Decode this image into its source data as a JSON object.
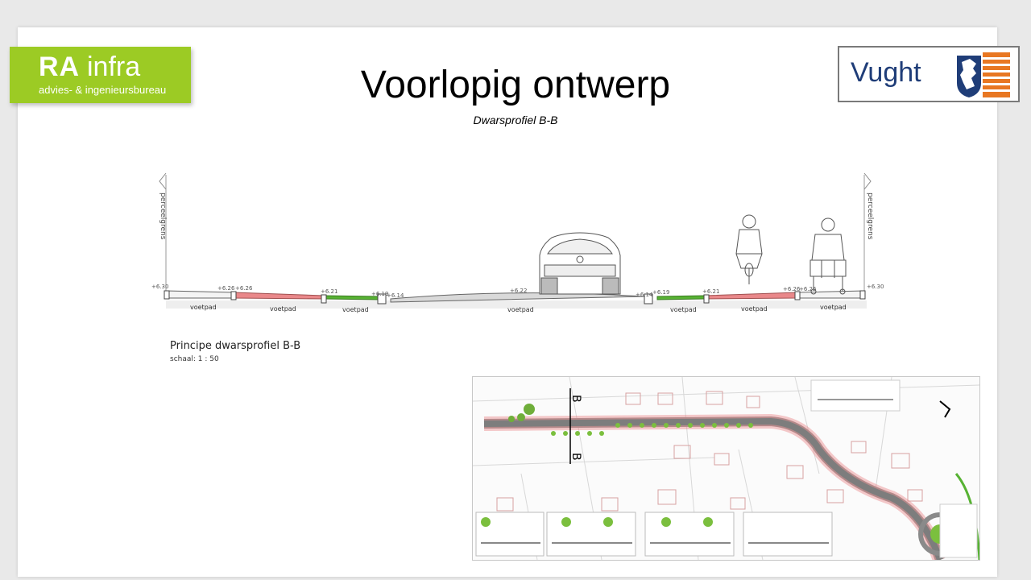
{
  "logos": {
    "ra_main": "RA",
    "ra_infra": "infra",
    "ra_sub": "advies- & ingenieursbureau",
    "vught": "Vught"
  },
  "title": "Voorlopig ontwerp",
  "subtitle": "Dwarsprofiel B-B",
  "section": {
    "boundary_label": "perceelgrens",
    "caption": "Principe dwarsprofiel B-B",
    "scale": "schaal: 1 : 50",
    "elevations": [
      "+6.30",
      "+6.26",
      "+6.26",
      "+6.21",
      "+6.19",
      "+6.14",
      "+6.22",
      "+6.14",
      "+6.19",
      "+6.21",
      "+6.26",
      "+6.26",
      "+6.30"
    ],
    "segment_labels": [
      "voetpad",
      "voetpad",
      "voetpad",
      "voetpad",
      "voetpad",
      "voetpad",
      "voetpad"
    ]
  },
  "map": {
    "section_marker": "B"
  },
  "colors": {
    "ra_green": "#9ccb24",
    "vught_blue": "#1f3d78",
    "vught_orange": "#e87722",
    "path_red": "#e9888a",
    "path_green": "#57b233",
    "road_grey": "#8a8a8a"
  }
}
